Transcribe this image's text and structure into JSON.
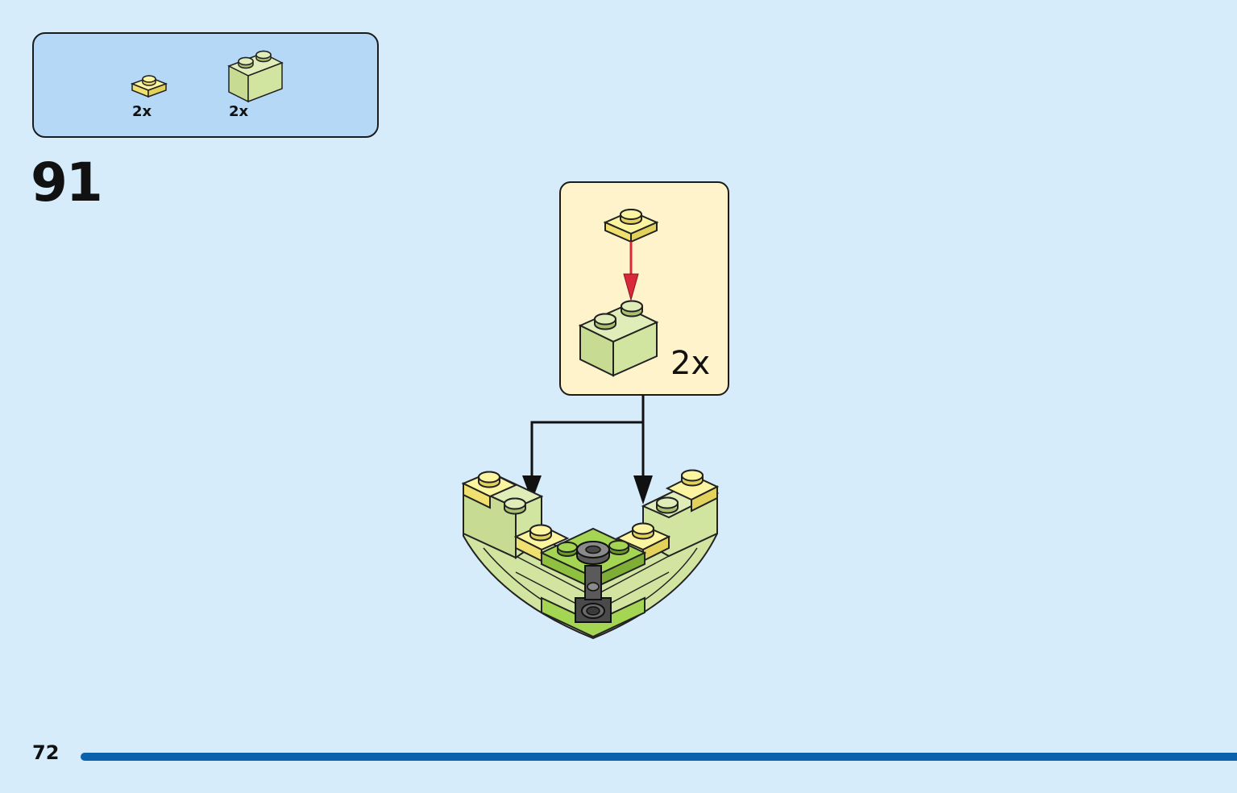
{
  "parts_list": [
    {
      "icon": "yellow-1x1-plate-icon",
      "quantity": "2x",
      "color": "#f7ee84"
    },
    {
      "icon": "lime-1x2-brick-icon",
      "quantity": "2x",
      "color": "#d1e5a1"
    }
  ],
  "step_number": "91",
  "callout": {
    "quantity": "2x"
  },
  "page_number": "72",
  "colors": {
    "background": "#d6ecfa",
    "parts_box": "#b4d8f5",
    "callout_background": "#fff3cc",
    "page_bar": "#0a62ad",
    "insert_arrow": "#d9283a",
    "yellow_plate": "#f7ee84",
    "lime_brick": "#d1e5a1",
    "bright_green": "#a5d653"
  }
}
